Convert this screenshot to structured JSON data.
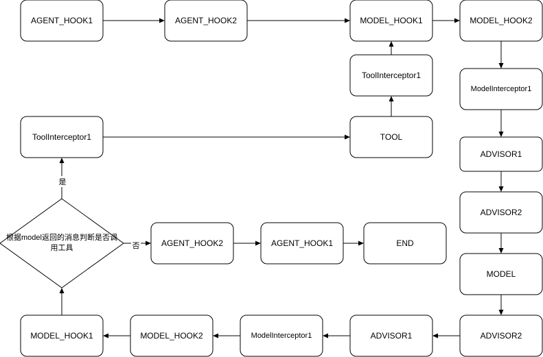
{
  "nodes": {
    "agent_hook1_top": "AGENT_HOOK1",
    "agent_hook2_top": "AGENT_HOOK2",
    "model_hook1_top": "MODEL_HOOK1",
    "model_hook2_top": "MODEL_HOOK2",
    "tool_interceptor_mid": "ToolInterceptor1",
    "model_interceptor_right": "ModelInterceptor1",
    "tool_interceptor_left": "ToolInterceptor1",
    "tool": "TOOL",
    "advisor1_right": "ADVISOR1",
    "advisor2_right": "ADVISOR2",
    "decision_line1": "根据model返回的消息判断是否调",
    "decision_line2": "用工具",
    "agent_hook2_mid": "AGENT_HOOK2",
    "agent_hook1_mid": "AGENT_HOOK1",
    "end": "END",
    "model": "MODEL",
    "model_hook1_bottom": "MODEL_HOOK1",
    "model_hook2_bottom": "MODEL_HOOK2",
    "model_interceptor_bottom": "ModelInterceptor1",
    "advisor1_bottom": "ADVISOR1",
    "advisor2_bottom": "ADVISOR2"
  },
  "edge_labels": {
    "yes": "是",
    "no": "否"
  }
}
